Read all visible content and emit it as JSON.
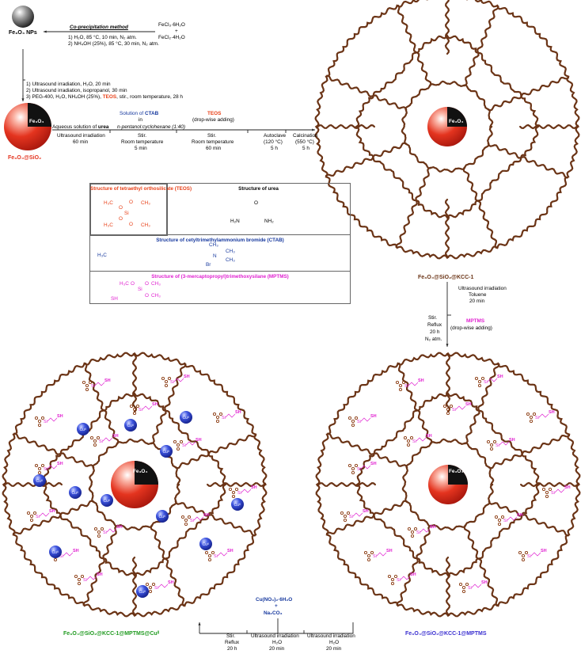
{
  "colors": {
    "wave": "#6b3416",
    "core_red": "#e4341f",
    "cu_blue": "#2a3fc4",
    "mptms_magenta": "#e020d0",
    "teos_orange": "#e84018",
    "ctab_blue": "#16389e",
    "green_label": "#1f9a1f",
    "si_ring": "#8b3c12"
  },
  "labels": {
    "fe3o4_core": "Fe₃O₄",
    "fe3o4_nps": "Fe₃O₄ NPs",
    "fe3o4_sio2": "Fe₃O₄@SiO₂",
    "kcc1": "Fe₃O₄@SiO₂@KCC-1",
    "kcc1_mptms": "Fe₃O₄@SiO₂@KCC-1@MPTMS",
    "kcc1_mptms_cu": "Fe₃O₄@SiO₂@KCC-1@MPTMS@Cuᴵᴵ",
    "cu": "Cuᴵᴵ",
    "sh": "SH",
    "si": "Si"
  },
  "coprecipitation": {
    "title": "Co-precipitation method",
    "reagent1": "FeCl₃·6H₂O",
    "plus": "+",
    "reagent2": "FeCl₂·4H₂O",
    "step1": "1) H₂O, 85 °C, 10 min, N₂ atm.",
    "step2": "2) NH₄OH (25%), 85 °C, 30 min, N₂ atm."
  },
  "silica_coating": {
    "step1": "1) Ultrasound irradiation, H₂O, 20 min",
    "step2": "2) Ultrasound irradiation, isopropanol, 30 min",
    "step3_pre": "3) PEG-400, H₂O, NH₄OH (25%), ",
    "step3_teos": "TEOS",
    "step3_post": ", stir., room temperature, 28 h"
  },
  "kcc_steps": {
    "urea_top_pre": "Aqueous solution of ",
    "urea_top_bold": "urea",
    "urea_bottom1": "Ultrasound irradiation",
    "urea_bottom2": "60 min",
    "ctab_top1_pre": "Solution of ",
    "ctab_top1_bold": "CTAB",
    "ctab_top2": "in",
    "ctab_top3": "n-pentanol:cyclohexane (1:40)",
    "ctab_bottom1": "Stir.",
    "ctab_bottom2": "Room temperature",
    "ctab_bottom3": "5 min",
    "teos_top1": "TEOS",
    "teos_top2": "(drop-wise adding)",
    "teos_bottom1": "Stir.",
    "teos_bottom2": "Room temperature",
    "teos_bottom3": "60 min",
    "autoclave1": "Autoclave",
    "autoclave2": "(120 °C)",
    "autoclave3": "5 h",
    "calc1": "Calcination",
    "calc2": "(550 °C)",
    "calc3": "5 h"
  },
  "structures": {
    "teos_title": "Structure of tetraethyl orthosilicate (TEOS)",
    "urea_title": "Structure of urea",
    "ctab_title": "Structure of cetyltrimethylammonium bromide (CTAB)",
    "mptms_title": "Structure of (3-mercaptopropyl)trimethoxysilane (MPTMS)",
    "h3c": "H₃C",
    "ch3": "CH₃",
    "o": "O",
    "si": "Si",
    "h2n": "H₂N",
    "nh2": "NH₂",
    "n": "N",
    "br": "Br",
    "sh": "SH"
  },
  "mptms_step": {
    "top1": "Ultrasound irradiation",
    "top2": "Toluene",
    "top3": "20 min",
    "left1": "Stir.",
    "left2": "Reflux",
    "left3": "20 h",
    "left4": "N₂ atm.",
    "right1": "MPTMS",
    "right2": "(drop-wise adding)"
  },
  "cu_step": {
    "reagent1": "Cu(NO₃)₂·6H₂O",
    "plus": "+",
    "reagent2": "Na₂CO₃",
    "right1": "Ultrasound irradiation",
    "right2": "H₂O",
    "right3": "20 min",
    "mid1": "Ultrasound irradiation",
    "mid2": "H₂O",
    "mid3": "20 min",
    "left1": "Stir.",
    "left2": "Reflux",
    "left3": "20 h"
  }
}
